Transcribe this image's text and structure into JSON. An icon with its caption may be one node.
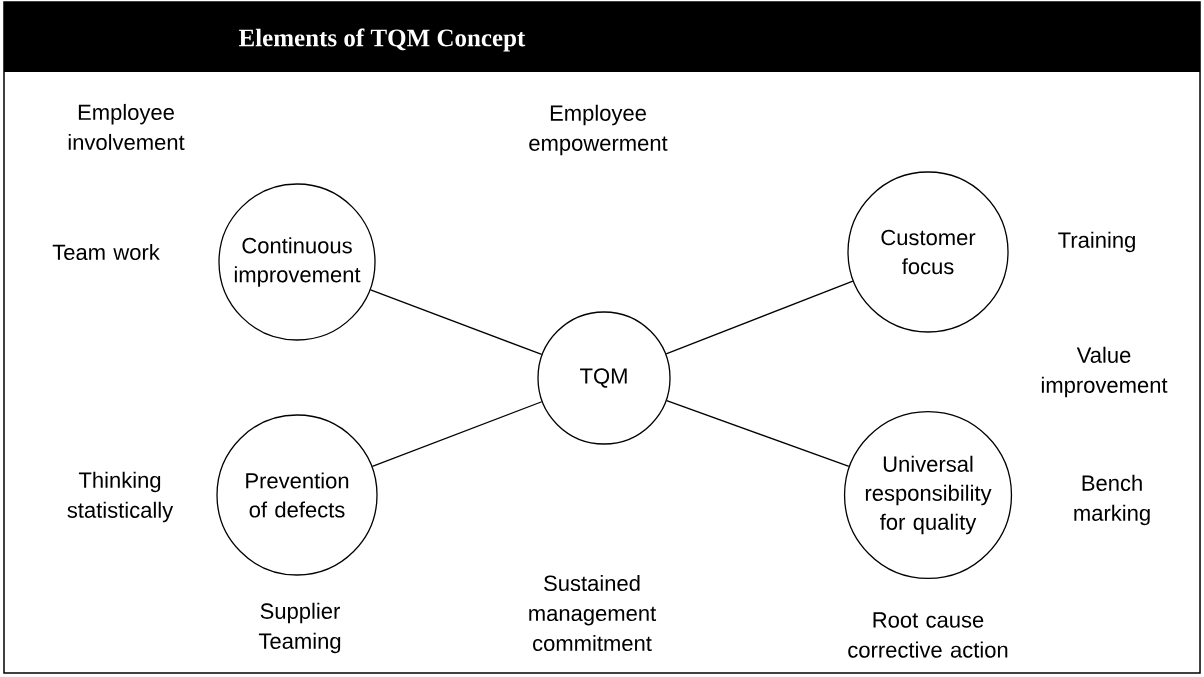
{
  "diagram": {
    "title": "Elements of TQM Concept",
    "nodes": [
      {
        "text": [
          "Continuous improvement"
        ]
      },
      {
        "text": [
          "Customer focus"
        ]
      },
      {
        "text": [
          "TQM"
        ]
      },
      {
        "text": [
          "Prevention of defects"
        ]
      },
      {
        "text": [
          "Universal responsibility for quality"
        ]
      }
    ],
    "edges": [
      {
        "from": 2,
        "to": 0,
        "arrow": "none"
      },
      {
        "from": 2,
        "to": 1,
        "arrow": "none"
      },
      {
        "from": 2,
        "to": 3,
        "arrow": "none"
      },
      {
        "from": 2,
        "to": 4,
        "arrow": "none"
      }
    ],
    "labels": [
      "Employee involvement",
      "Employee empowerment",
      "Team work",
      "Training",
      "Value improvement",
      "Thinking statistically",
      "Bench marking",
      "Sustained management commitment",
      "Supplier Teaming",
      "Root cause corrective action"
    ]
  }
}
